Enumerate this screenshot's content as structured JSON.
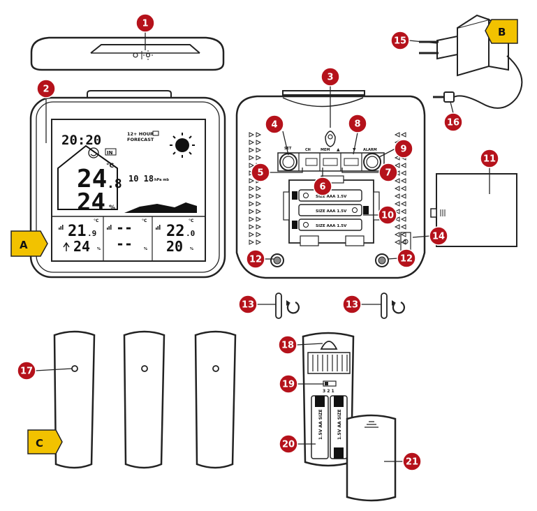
{
  "callouts": [
    "1",
    "2",
    "3",
    "4",
    "5",
    "6",
    "7",
    "8",
    "9",
    "10",
    "11",
    "12",
    "12",
    "13",
    "13",
    "14",
    "15",
    "16",
    "17",
    "18",
    "19",
    "20",
    "21"
  ],
  "tags": {
    "a": "A",
    "b": "B",
    "c": "C"
  },
  "colors": {
    "callout": "#b5121b",
    "tag": "#f2c200",
    "line": "#222222"
  },
  "display": {
    "time": "20:20",
    "forecast_line1": "12+ HOUR",
    "forecast_line2": "FORECAST",
    "indoor_label": "IN",
    "indoor_temp": "24",
    "indoor_temp_dec": ".8",
    "temp_unit": "°C",
    "humidity": "24",
    "pct": "%",
    "pressure": "10 18",
    "pressure_unit": "hPa mb",
    "ch1_temp": "21",
    "ch1_dec": ".9",
    "ch1_hum": "24",
    "ch2_temp": "--",
    "ch2_hum": "--",
    "ch3_temp": "22",
    "ch3_dec": ".0",
    "ch3_hum": "20"
  },
  "back_buttons": {
    "set": "SET",
    "ch": "CH",
    "mem": "MEM",
    "up": "▲",
    "down": "▼",
    "alarm": "ALARM"
  },
  "battery_labels": {
    "aaa": "SIZE AAA 1.5V",
    "aa": "1.5V AA SIZE",
    "switch": "3 2 1"
  }
}
